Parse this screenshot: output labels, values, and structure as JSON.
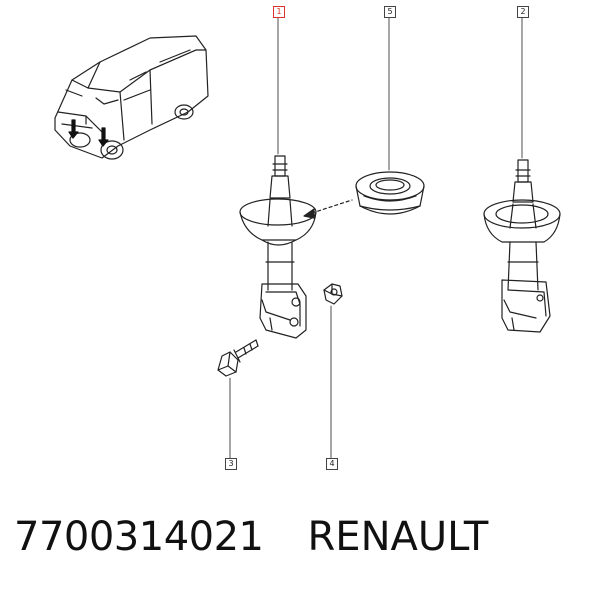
{
  "callouts": {
    "c1": "1",
    "c2": "2",
    "c3": "3",
    "c4": "4",
    "c5": "5"
  },
  "footer": {
    "part_number": "7700314021",
    "brand": "RENAULT"
  },
  "colors": {
    "line": "#222222",
    "highlight": "#d9352b"
  }
}
